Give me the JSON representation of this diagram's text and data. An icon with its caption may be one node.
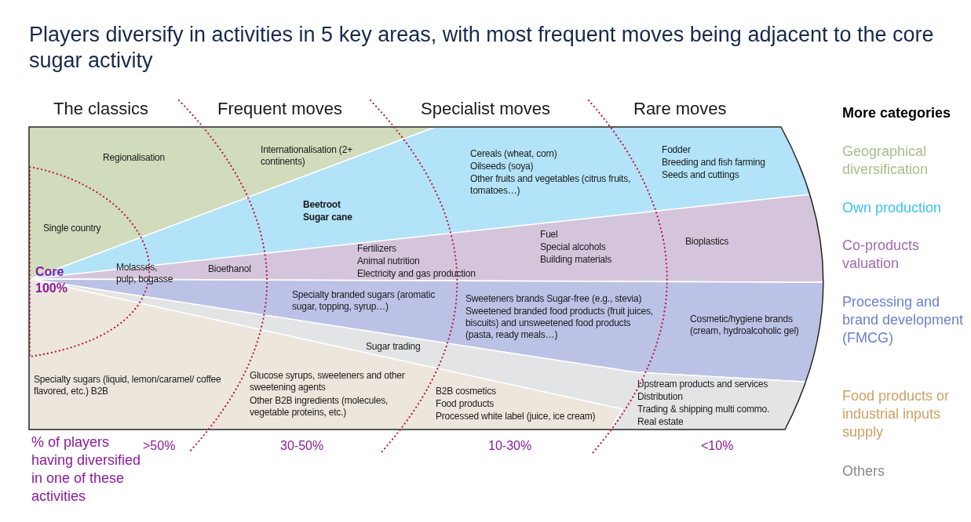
{
  "diagram": {
    "title": "Players diversify in activities in 5 key areas, with most frequent moves being adjacent to the core sugar activity",
    "nodes": [
      {
        "text": [
          "Regionalisation",
          "Internationalisation (2+ continents)",
          "Single country"
        ]
      },
      {
        "text": [
          "Beetroot",
          "Sugar cane",
          "Cereals (wheat, corn)",
          "Oilseeds (soya)",
          "Other fruits and vegetables (citrus fruits, tomatoes…)",
          "Fodder",
          "Breeding and fish farming",
          "Seeds and cuttings"
        ]
      },
      {
        "text": [
          "Molasses, pulp, bogasse",
          "Bioethanol",
          "Fertilizers",
          "Animal nutrition",
          "Electricity and gas production",
          "Fuel",
          "Special alcohols",
          "Building materials",
          "Bioplastics"
        ]
      },
      {
        "text": [
          "Specialty branded sugars (aromatic sugar, topping, syrup…)",
          "Sweeteners brands Sugar-free (e.g., stevia)",
          "Sweetened branded food products (fruit juices, biscuits) and unsweetened food products (pasta, ready meals…)",
          "Cosmetic/hygiene brands (cream, hydroalcoholic gel)"
        ]
      },
      {
        "text": [
          "Sugar trading",
          "Upstream products and services",
          "Distribution",
          "Trading & shipping multi commo.",
          "Real estate"
        ]
      },
      {
        "text": [
          "Specialty sugars (liquid, lemon/caramel/ coffee flavored, etc.) B2B",
          "Glucose syrups, sweeteners and other sweetening agents",
          "Other B2B ingredients (molecules, vegetable proteins, etc.)",
          "B2B cosmetics",
          "Food products",
          "Processed white label (juice, ice cream)"
        ]
      }
    ],
    "labels": [
      "The classics",
      "Frequent moves",
      "Specialist moves",
      "Rare moves",
      "More categories",
      "Core 100%",
      "% of players having diversified in one of these activities",
      ">50%",
      "30-50%",
      "10-30%",
      "<10%"
    ],
    "legend": [
      {
        "text": "Geographical diversification",
        "color": "#a7bf88"
      },
      {
        "text": "Own production",
        "color": "#3cc3ee"
      },
      {
        "text": "Co-products valuation",
        "color": "#a06aae"
      },
      {
        "text": "Processing and brand development (FMCG)",
        "color": "#6b7fcf"
      },
      {
        "text": "Food products or industrial inputs supply",
        "color": "#cf9f62"
      },
      {
        "text": "Others",
        "color": "#8a8a8a"
      }
    ]
  }
}
